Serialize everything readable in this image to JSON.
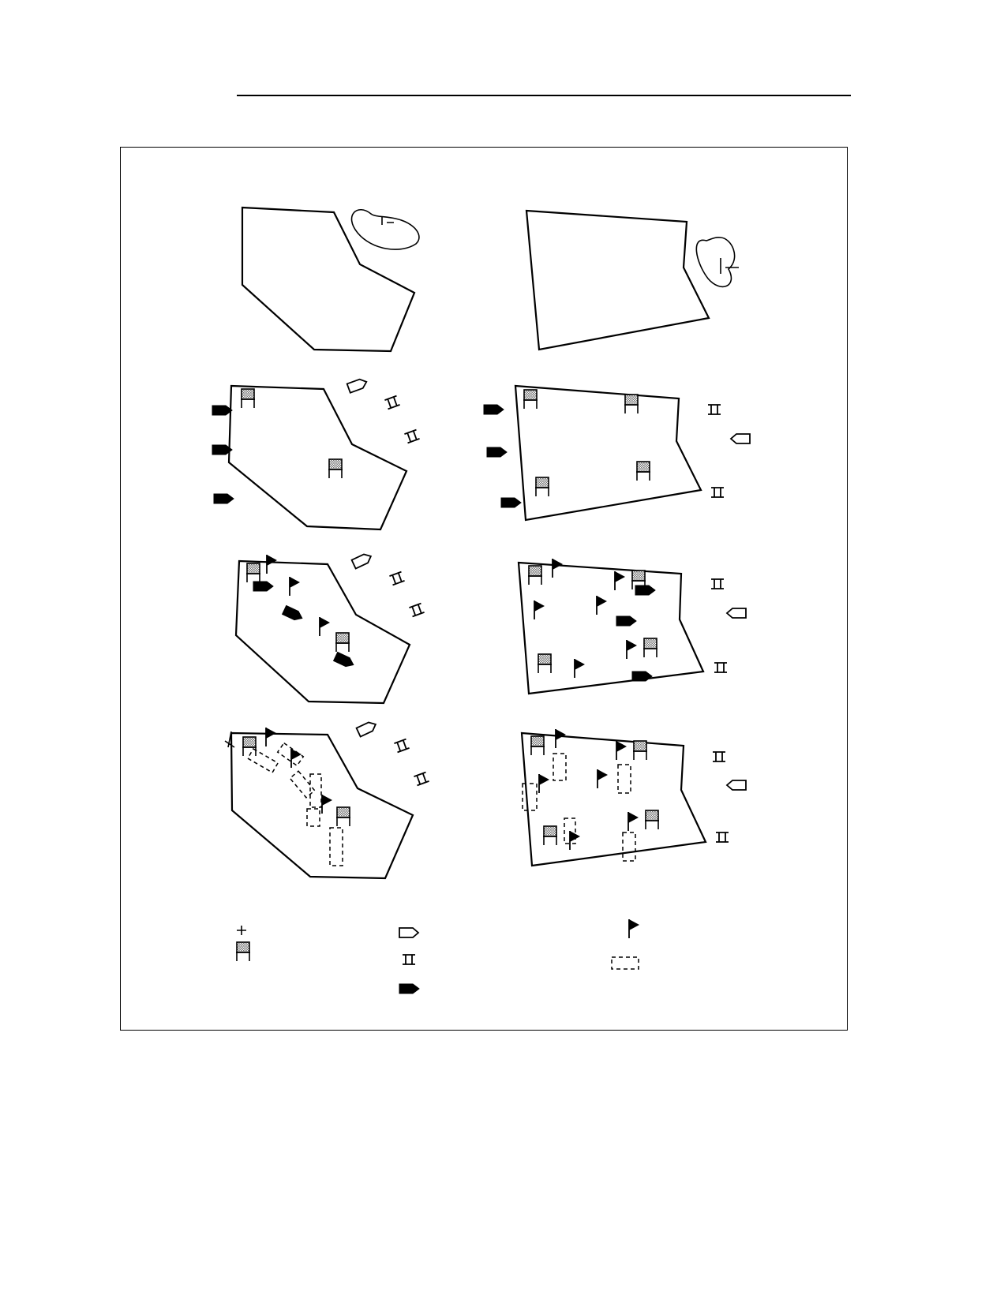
{
  "figure": {
    "panels": [
      {
        "id": "a1",
        "row": 1,
        "column": "left",
        "symbols": []
      },
      {
        "id": "b1",
        "row": 1,
        "column": "right",
        "symbols": []
      },
      {
        "id": "a2",
        "row": 2,
        "column": "left",
        "symbols": [
          "gun-emplacement",
          "ship",
          "landing-craft"
        ]
      },
      {
        "id": "b2",
        "row": 2,
        "column": "right",
        "symbols": [
          "gun-emplacement",
          "ship",
          "landing-craft"
        ]
      },
      {
        "id": "a3",
        "row": 3,
        "column": "left",
        "symbols": [
          "gun-emplacement",
          "ship",
          "landing-craft",
          "flag"
        ]
      },
      {
        "id": "b3",
        "row": 3,
        "column": "right",
        "symbols": [
          "gun-emplacement",
          "ship",
          "landing-craft",
          "flag"
        ]
      },
      {
        "id": "a4",
        "row": 4,
        "column": "left",
        "symbols": [
          "gun-emplacement",
          "ship",
          "landing-craft",
          "flag",
          "dashed-box"
        ]
      },
      {
        "id": "b4",
        "row": 4,
        "column": "right",
        "symbols": [
          "gun-emplacement",
          "ship",
          "landing-craft",
          "flag",
          "dashed-box"
        ]
      }
    ],
    "legend": [
      {
        "icon": "plus-icon"
      },
      {
        "icon": "gun-emplacement-icon"
      },
      {
        "icon": "ship-outline-icon"
      },
      {
        "icon": "landing-craft-icon"
      },
      {
        "icon": "ship-solid-icon"
      },
      {
        "icon": "flag-icon"
      },
      {
        "icon": "dashed-box-icon"
      }
    ],
    "colors": {
      "ink": "#000000",
      "paper": "#ffffff",
      "hatch": "#777777"
    }
  }
}
